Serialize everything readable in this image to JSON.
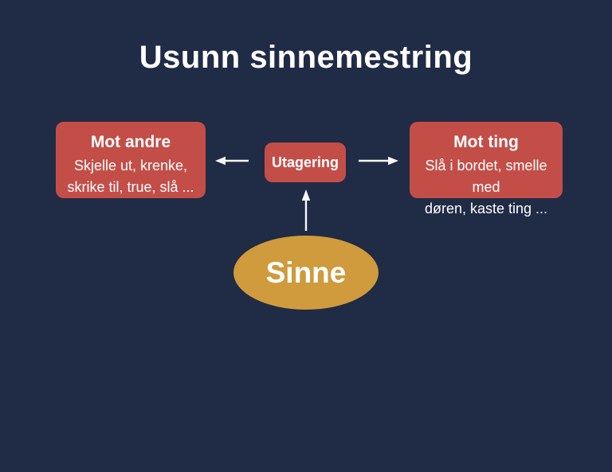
{
  "title": "Usunn sinnemestring",
  "colors": {
    "background": "#202b45",
    "box_red": "#c34e48",
    "ellipse_gold": "#cf9b3d",
    "text_white": "#ffffff",
    "arrow_white": "#f5f7fa"
  },
  "diagram": {
    "left_box": {
      "heading": "Mot andre",
      "lines": [
        "Skjelle ut, krenke,",
        "skrike til, true, slå ..."
      ]
    },
    "center_box": {
      "label": "Utagering"
    },
    "right_box": {
      "heading": "Mot ting",
      "lines": [
        "Slå i bordet, smelle med",
        "døren, kaste ting ..."
      ]
    },
    "ellipse": {
      "label": "Sinne"
    }
  }
}
